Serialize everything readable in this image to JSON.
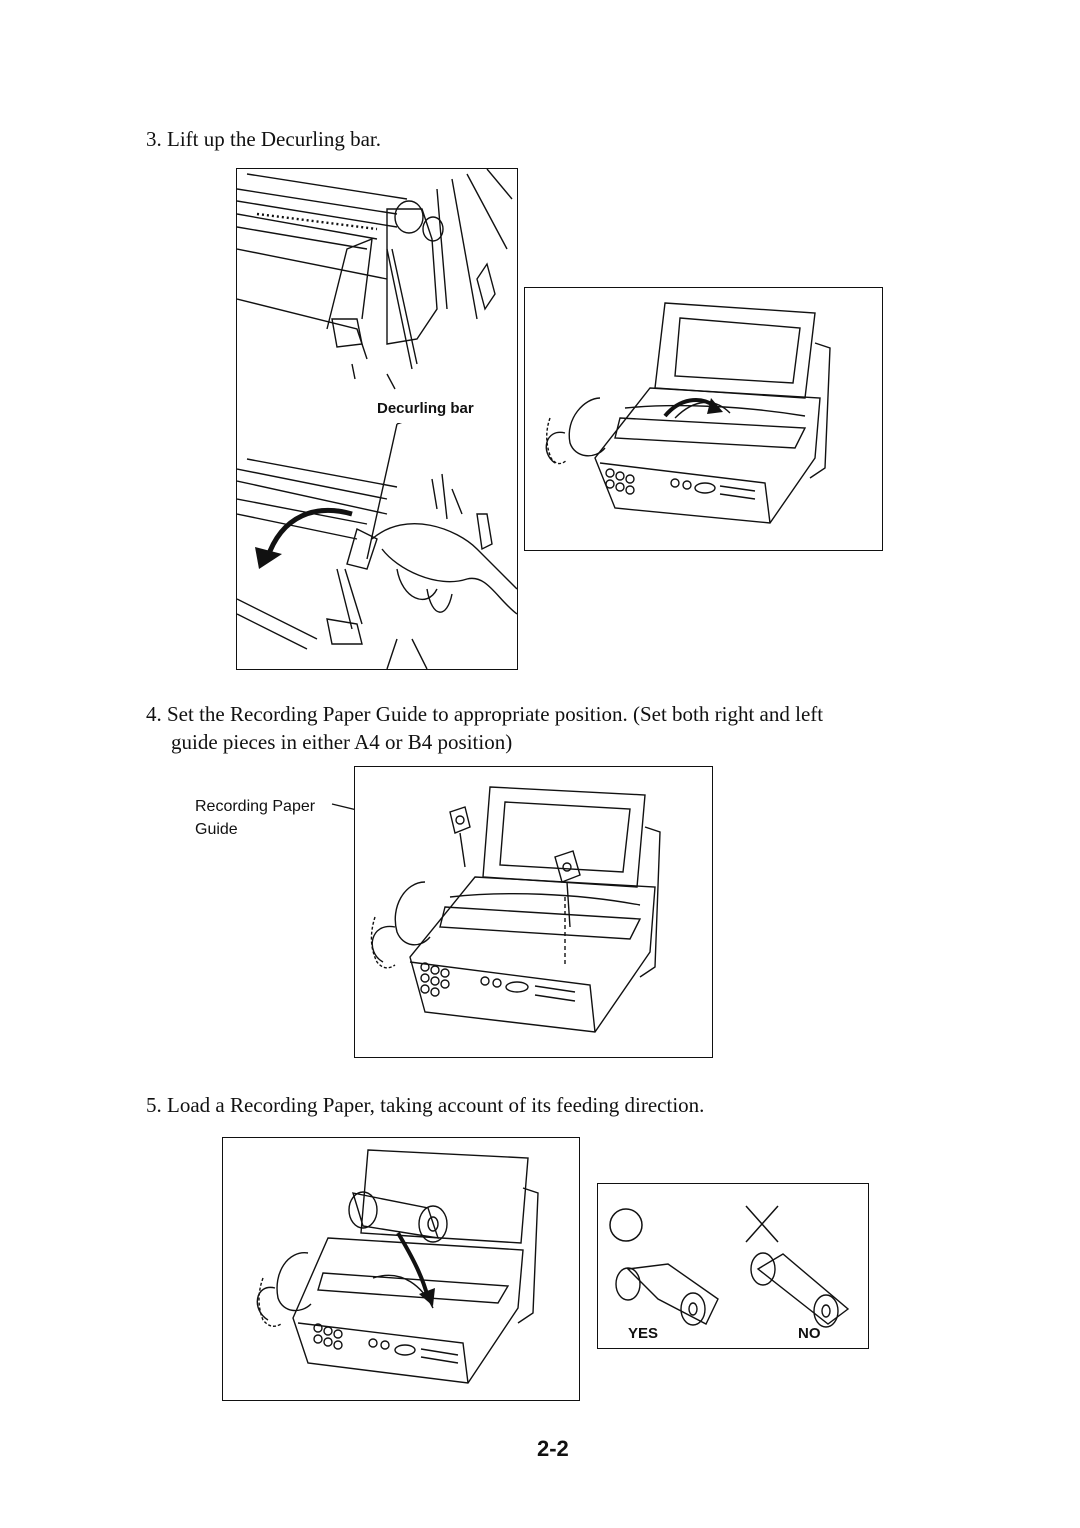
{
  "steps": {
    "step3": "3. Lift up the Decurling bar.",
    "step4_line1": "4. Set the Recording Paper Guide to appropriate position. (Set both right and left",
    "step4_line2": "guide pieces in either A4 or B4 position)",
    "step5": "5. Load a Recording Paper, taking account of its feeding direction."
  },
  "figures": {
    "decurling_label": "Decurling bar",
    "guide_label_line1": "Recording Paper",
    "guide_label_line2": "Guide",
    "yes_label": "YES",
    "no_label": "NO"
  },
  "page_number": "2-2"
}
